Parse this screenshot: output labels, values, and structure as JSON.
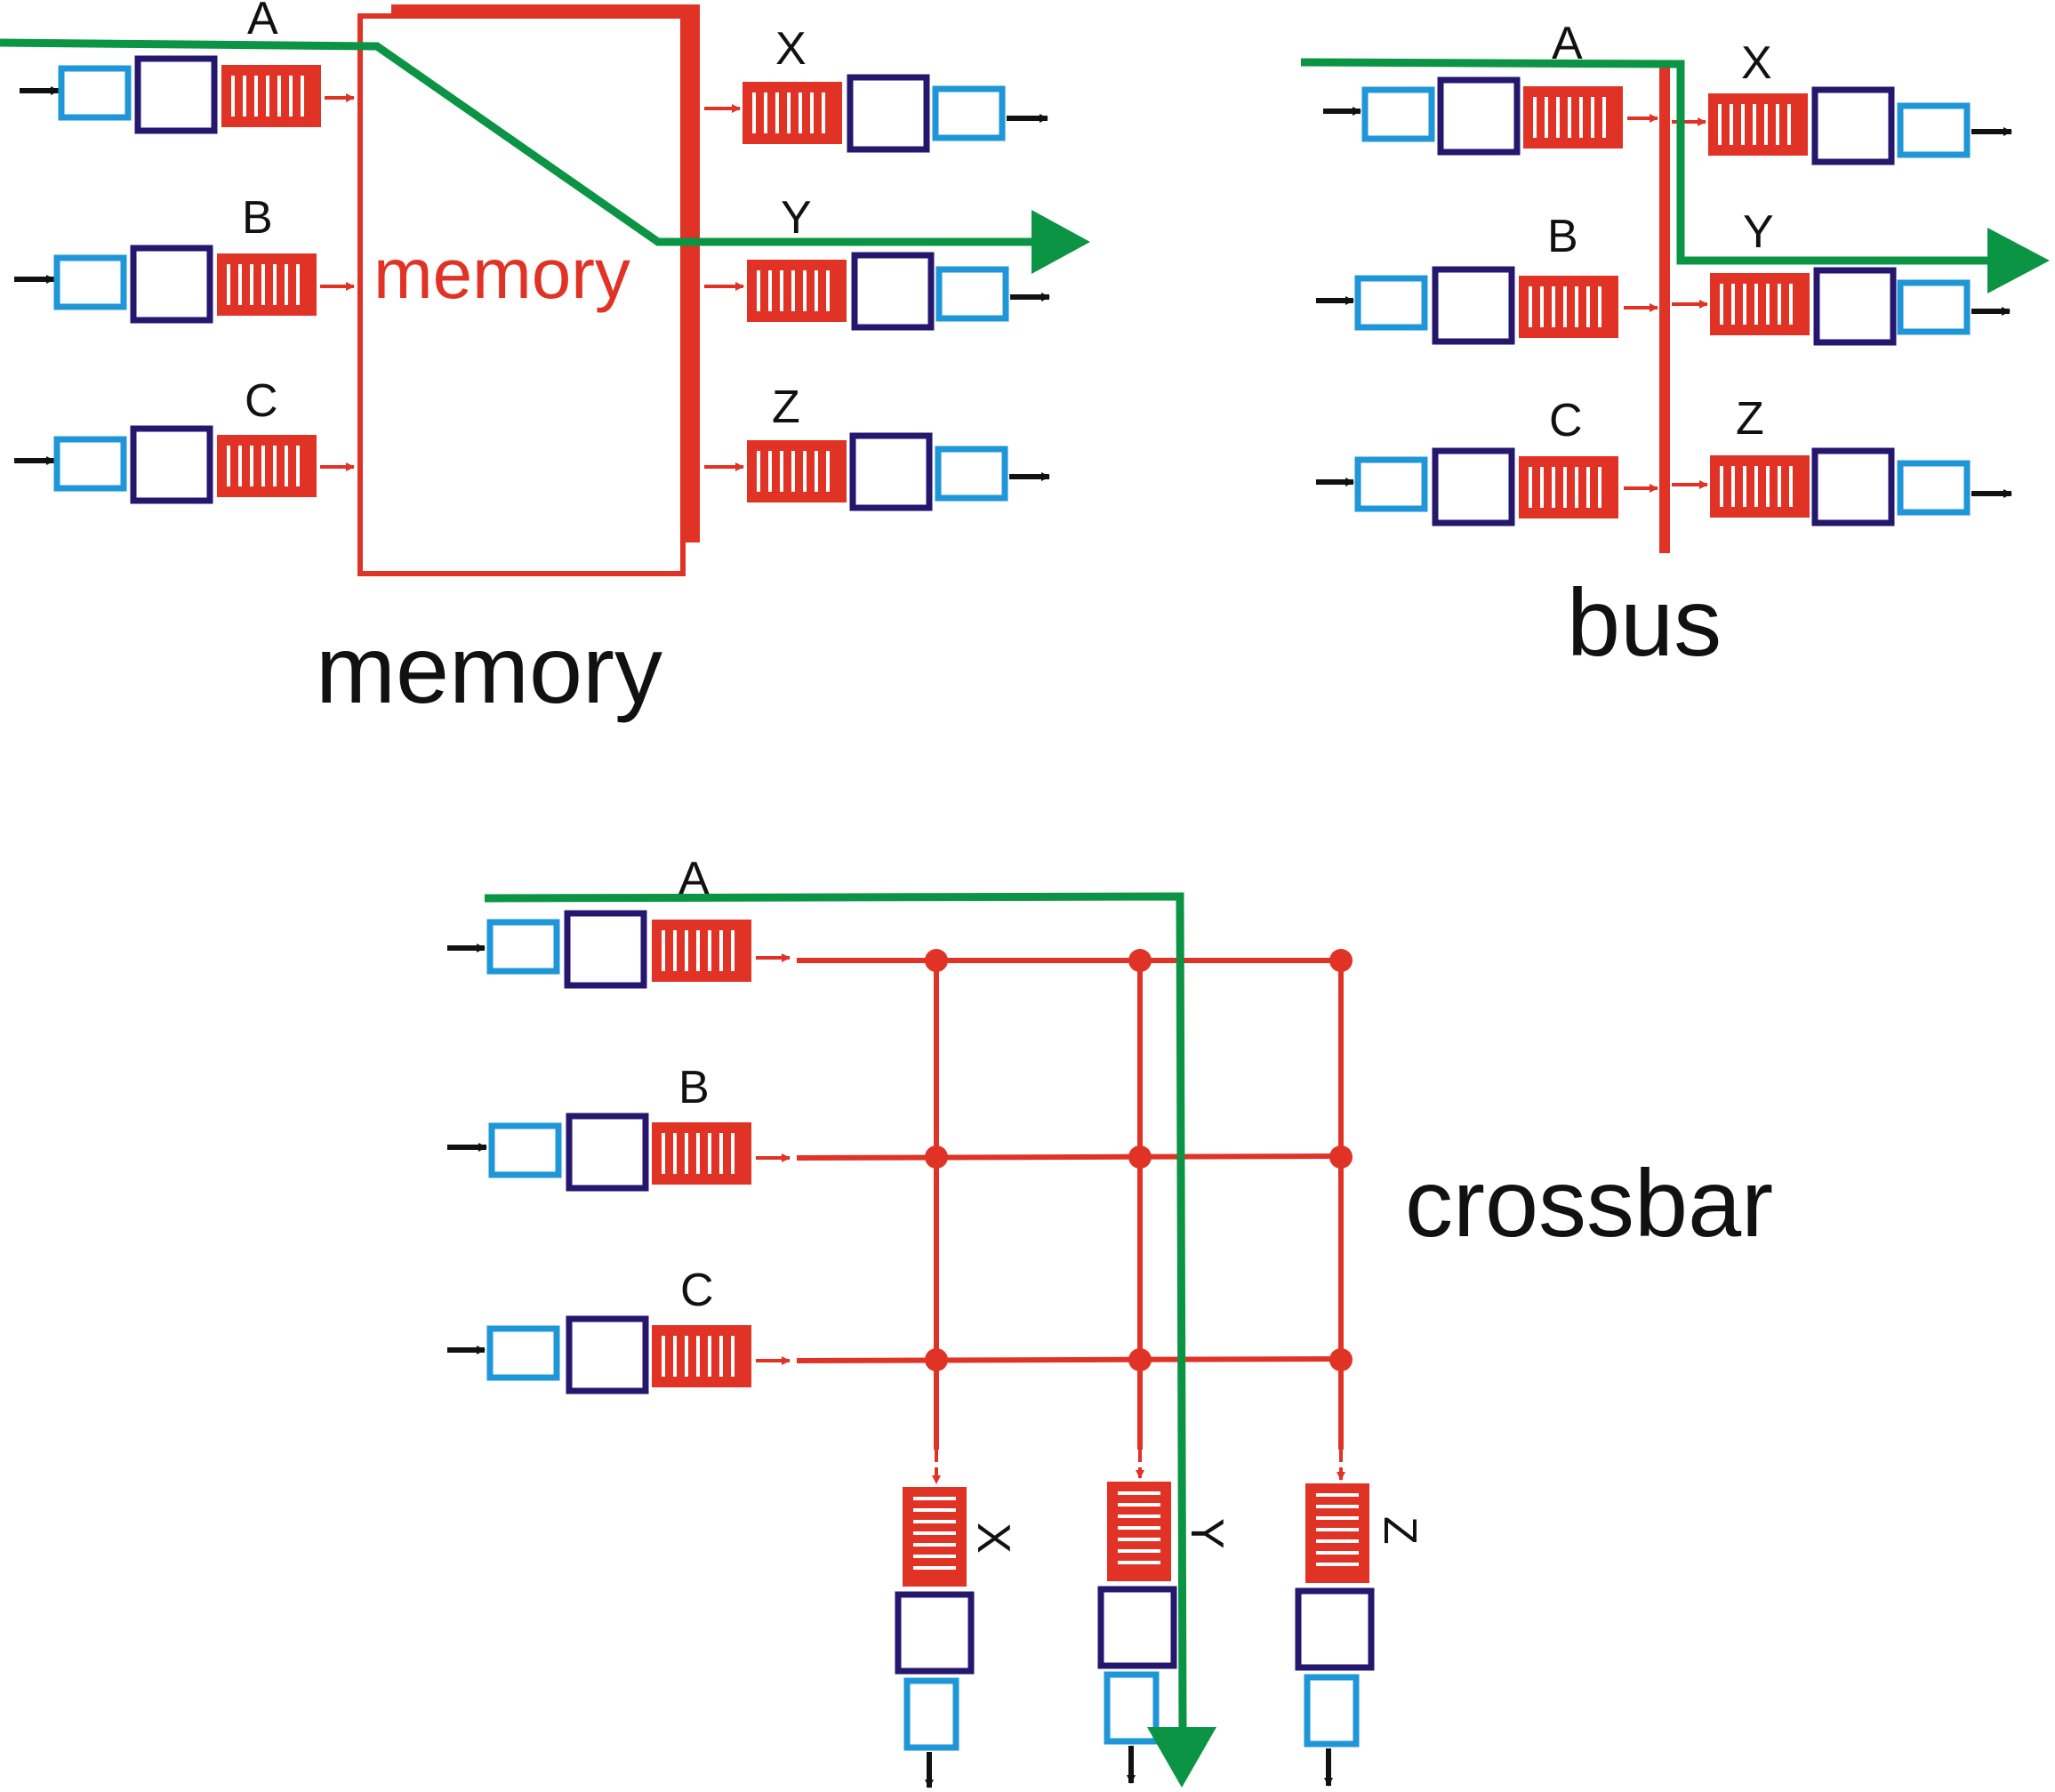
{
  "colors": {
    "fabric": "#e03326",
    "path": "#0a9444",
    "line_card_outer": "#1f96d8",
    "line_card_processor": "#25166e",
    "arrow_black": "#111111",
    "background": "#ffffff"
  },
  "icons": {
    "queue": "queue-buffer-icon",
    "processor": "processor-box-icon",
    "line_card": "line-card-box-icon",
    "arrow": "arrow-icon",
    "junction": "crosspoint-dot-icon"
  },
  "memory_panel": {
    "title": "memory",
    "inner_label": "memory",
    "inputs": [
      "A",
      "B",
      "C"
    ],
    "outputs": [
      "X",
      "Y",
      "Z"
    ]
  },
  "bus_panel": {
    "title": "bus",
    "inputs": [
      "A",
      "B",
      "C"
    ],
    "outputs": [
      "X",
      "Y",
      "Z"
    ]
  },
  "crossbar_panel": {
    "title": "crossbar",
    "inputs": [
      "A",
      "B",
      "C"
    ],
    "outputs": [
      "X",
      "Y",
      "Z"
    ]
  }
}
